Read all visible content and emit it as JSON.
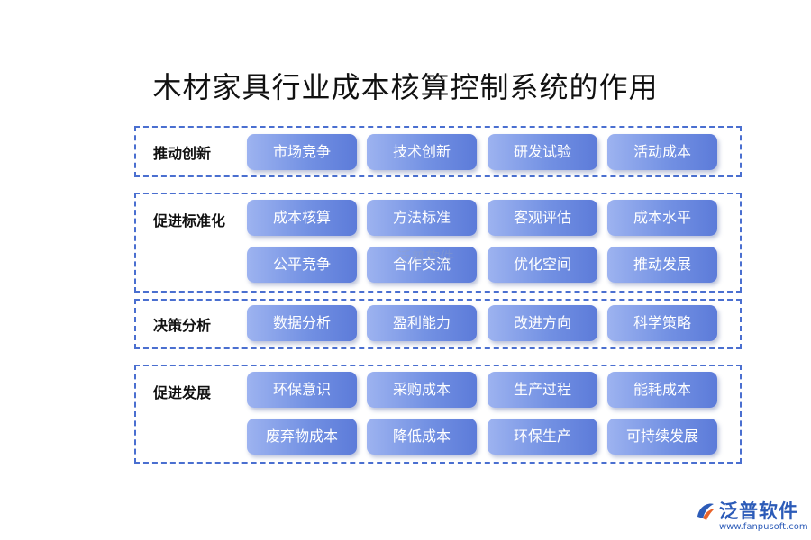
{
  "title": "木材家具行业成本核算控制系统的作用",
  "sections": [
    {
      "label": "推动创新",
      "items": [
        "市场竞争",
        "技术创新",
        "研发试验",
        "活动成本"
      ]
    },
    {
      "label": "促进标准化",
      "items": [
        "成本核算",
        "方法标准",
        "客观评估",
        "成本水平",
        "公平竞争",
        "合作交流",
        "优化空间",
        "推动发展"
      ]
    },
    {
      "label": "决策分析",
      "items": [
        "数据分析",
        "盈利能力",
        "改进方向",
        "科学策略"
      ]
    },
    {
      "label": "促进发展",
      "items": [
        "环保意识",
        "采购成本",
        "生产过程",
        "能耗成本",
        "废弃物成本",
        "降低成本",
        "环保生产",
        "可持续发展"
      ]
    }
  ],
  "watermark": "泛普软件",
  "brand": {
    "name": "泛普软件",
    "url": "www.fanpusoft.com"
  },
  "colors": {
    "border": "#4a6fd0",
    "chip_light": "#9db3f0",
    "chip_dark": "#5c7bd9",
    "brand": "#2c5bb8",
    "logo_accent": "#e8632b"
  }
}
